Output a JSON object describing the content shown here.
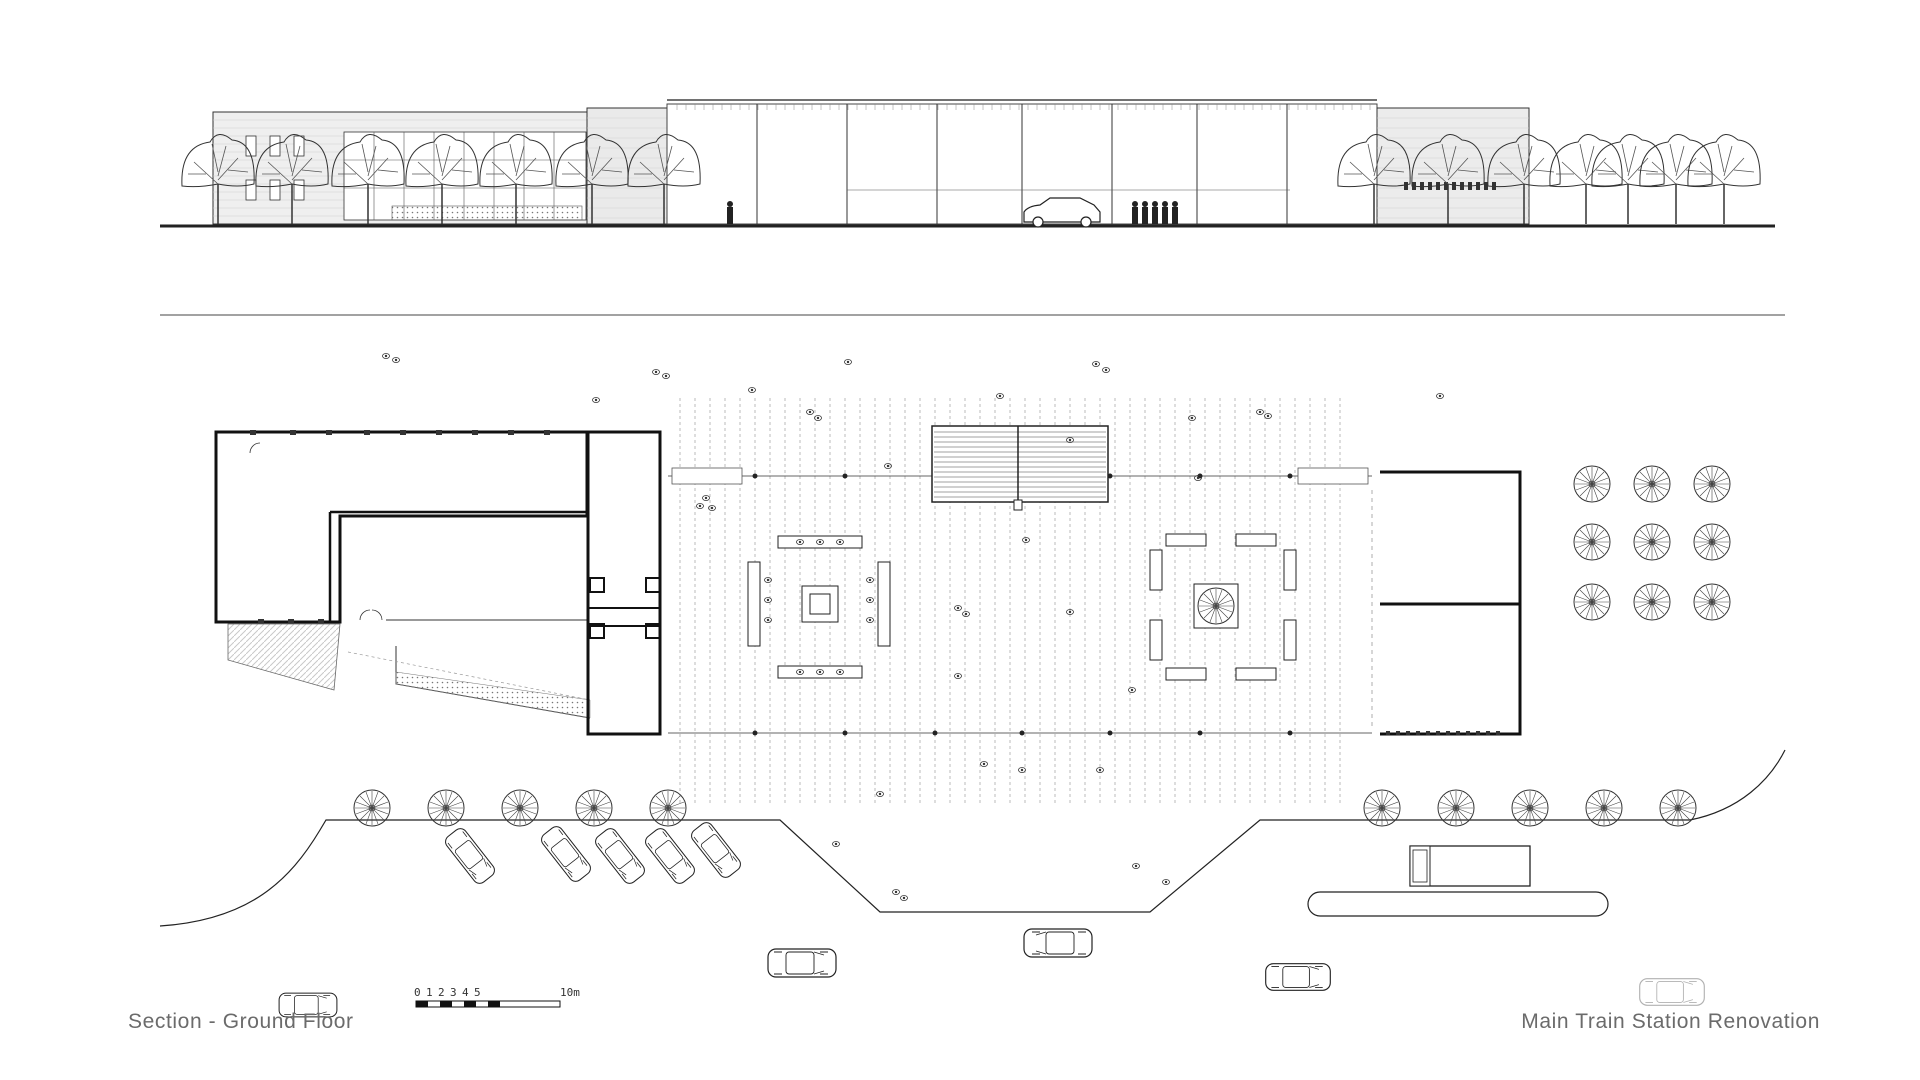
{
  "captions": {
    "left": "Section - Ground Floor",
    "right": "Main Train Station Renovation"
  },
  "scale_bar": {
    "ticks": [
      "0",
      "1",
      "2",
      "3",
      "4",
      "5"
    ],
    "end_label": "10m"
  },
  "colors": {
    "line": "#222222",
    "light_line": "#9a9a9a",
    "hatch": "#bfbfbf",
    "caption": "#6b6b6b"
  },
  "icons": {
    "tree": "tree-icon",
    "car": "car-icon",
    "bus": "bus-icon",
    "person": "person-icon"
  }
}
